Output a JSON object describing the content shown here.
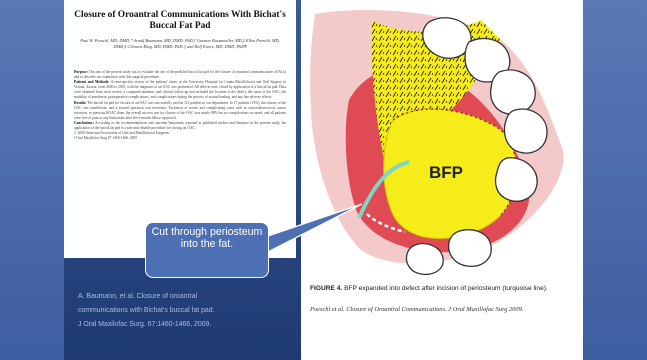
{
  "paper": {
    "title": "Closure of Oroantral Communications With Bichat's Buccal Fat Pad",
    "authors": "Paul W. Poeschl, MD, DMD,* Arnulf Baumann, MD, DMD, PhD,† Guenter Russmueller, MD,‡ Ellen Poeschl, MD, DMD,§ Clemens Klug, MD, DMD, PhD,|| and Rolf Ewers, MD, DMD, PhD¶",
    "abstract": [
      {
        "label": "Purpose:",
        "text": "The aim of the present study was to evaluate the use of the pedicled buccal fat pad for the closure of oroantral communications (OACs) and to describe our experience with this surgical procedure."
      },
      {
        "label": "Patients and Methods:",
        "text": "A retrospective review of the patients' charts at the University Hospital for Cranio-Maxillofacial and Oral Surgery in Vienna, Austria, from 2000 to 2005, with the diagnosis of an OAC was performed. All defects were closed by application of a buccal fat pad. Data were obtained from chart review, a computed database, and clinical follow-up and included the location of the defect, the cause of the OAC, the modality of anesthesia, postoperative complications, and complications during the process of wound healing, and any late adverse effects."
      },
      {
        "label": "Results:",
        "text": "The buccal fat pad for closure of an OAC was successfully used in 112 patients in our department. In 17 patients (15%), the closure of the OAC was insufficient, and a second operation was necessary. Exclusion of severe and complicating cases such as osteoradionecrosis, tumor resection, or previous ROAC done, the overall success rate for closure of the OAC was nearly 98% but no complications occurred, and all patients were free of pain or any limitations after the 6-month follow-up period."
      },
      {
        "label": "Conclusions:",
        "text": "According to the recommendations and outcome limitations reported in published studies and literature in the present study, the application of the buccal fat pad is a safe and reliable procedure for closing an OAC."
      },
      {
        "label": "",
        "text": "© 2009 American Association of Oral and Maxillofacial Surgeons"
      },
      {
        "label": "",
        "text": "J Oral Maxillofac Surg 67:1460-1466, 2009"
      }
    ]
  },
  "figure": {
    "label_bfp": "BFP",
    "caption_label": "FIGURE 4.",
    "caption_text": "BFP expanded into defect after incision of periosteum (turquoise line).",
    "citation": "Poeschl et al. Closure of Oroantral Communications. J Oral Maxillofac Surg 2009."
  },
  "callout": {
    "text": "Cut through periosteum into the fat."
  },
  "slide_citation": {
    "line1": "A. Baumann, et al. Closure of oroantral",
    "line2": "communications with Bichat's buccal fat pad.",
    "line3": "J Oral Maxilofac Surg. 67:1460-1466, 2009."
  },
  "colors": {
    "background": "#2d4a86",
    "side_bars": "#4d6ab0",
    "fat_pad": "#f6ec1a",
    "gum": "#e04a54",
    "incision_line": "#7fd6c8",
    "callout_fill": "#4d6fb4",
    "citation_text": "#a9bce0"
  }
}
